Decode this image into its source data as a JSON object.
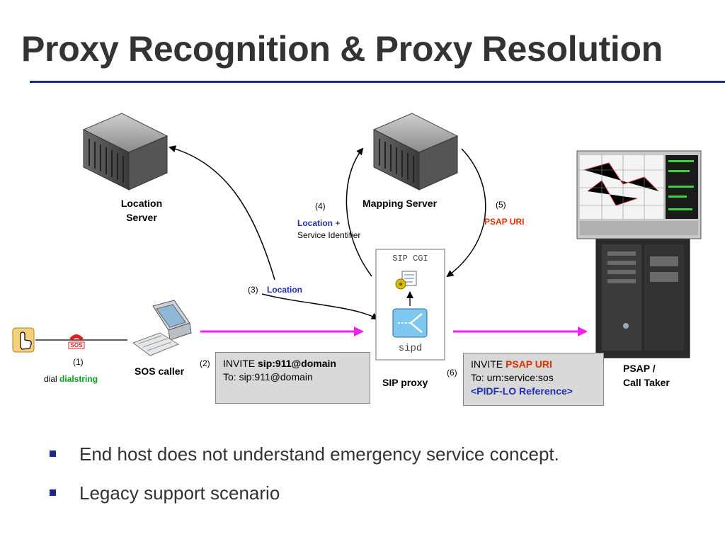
{
  "title": "Proxy Recognition & Proxy Resolution",
  "nodes": {
    "location_server": [
      "Location",
      "Server"
    ],
    "mapping_server": "Mapping Server",
    "sos_caller": "SOS caller",
    "sip_proxy": "SIP proxy",
    "psap": [
      "PSAP /",
      "Call Taker"
    ],
    "sip_cgi": "SIP CGI",
    "sipd": "sipd",
    "phone_badge": "SOS"
  },
  "steps": {
    "s1": "(1)",
    "s2": "(2)",
    "s3": "(3)",
    "s4": "(4)",
    "s5": "(5)",
    "s6": "(6)"
  },
  "labels": {
    "dial_prefix": "dial",
    "dialstring": "dialstring",
    "step3_location": "Location",
    "step4_location": "Location",
    "step4_plus": "+",
    "step4_service": "Service Identifier",
    "step5_psap_uri": "PSAP URI"
  },
  "messages": {
    "invite1": {
      "prefix": "INVITE",
      "target": "sip:911@domain",
      "to": "To: sip:911@domain"
    },
    "invite2": {
      "prefix": "INVITE",
      "target": "PSAP URI",
      "to": "To: urn:service:sos",
      "ref": "<PIDF-LO Reference>"
    }
  },
  "bullets": [
    "End host does not understand emergency service concept.",
    "Legacy support scenario"
  ],
  "colors": {
    "title": "#333333",
    "rule": "#1a2a8c",
    "arrow_magenta": "#ee22ee",
    "blue_text": "#1f2fb3",
    "red_text": "#e03000",
    "green_text": "#00a01a"
  }
}
